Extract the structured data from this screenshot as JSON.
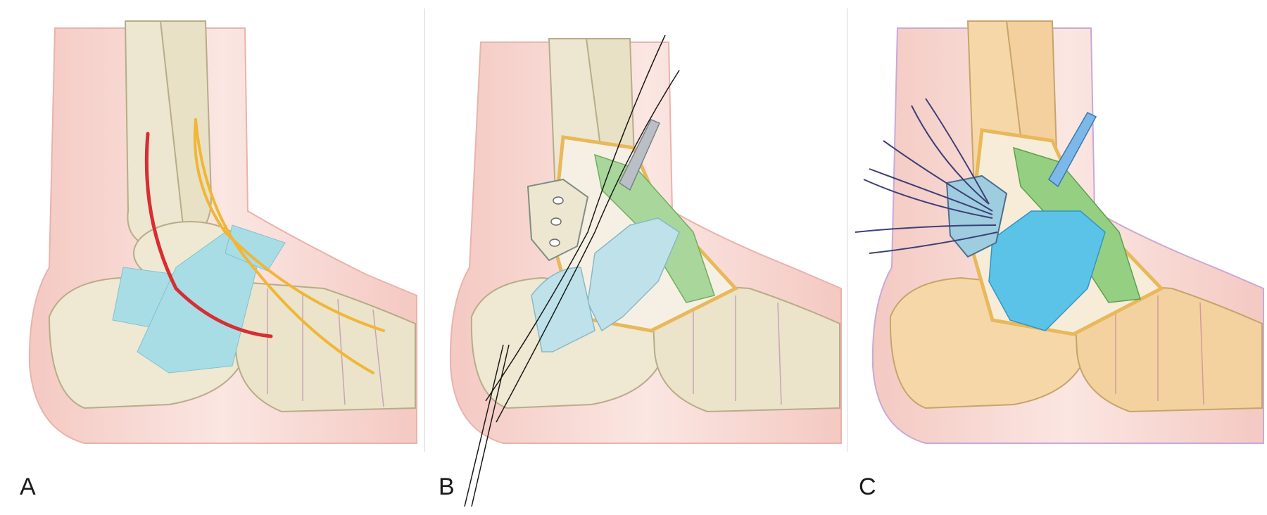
{
  "figure": {
    "panels": [
      {
        "id": "A",
        "label": "A"
      },
      {
        "id": "B",
        "label": "B"
      },
      {
        "id": "C",
        "label": "C"
      }
    ]
  },
  "colors": {
    "skin": "#f7d9d4",
    "skin_edge": "#e9b3ab",
    "bone": "#ede6d0",
    "bone_edge": "#b8ac88",
    "ligament_blue": "#a9dde6",
    "ligament_bright": "#5cc3e8",
    "tendon_green": "#a9d69b",
    "red_line": "#d62e32",
    "yellow_line": "#f0b636",
    "instrument": "#b9bfc4",
    "suture": "#1a1a1a",
    "suture_c": "#3d3f78",
    "tan_bone": "#f6d8a8"
  }
}
